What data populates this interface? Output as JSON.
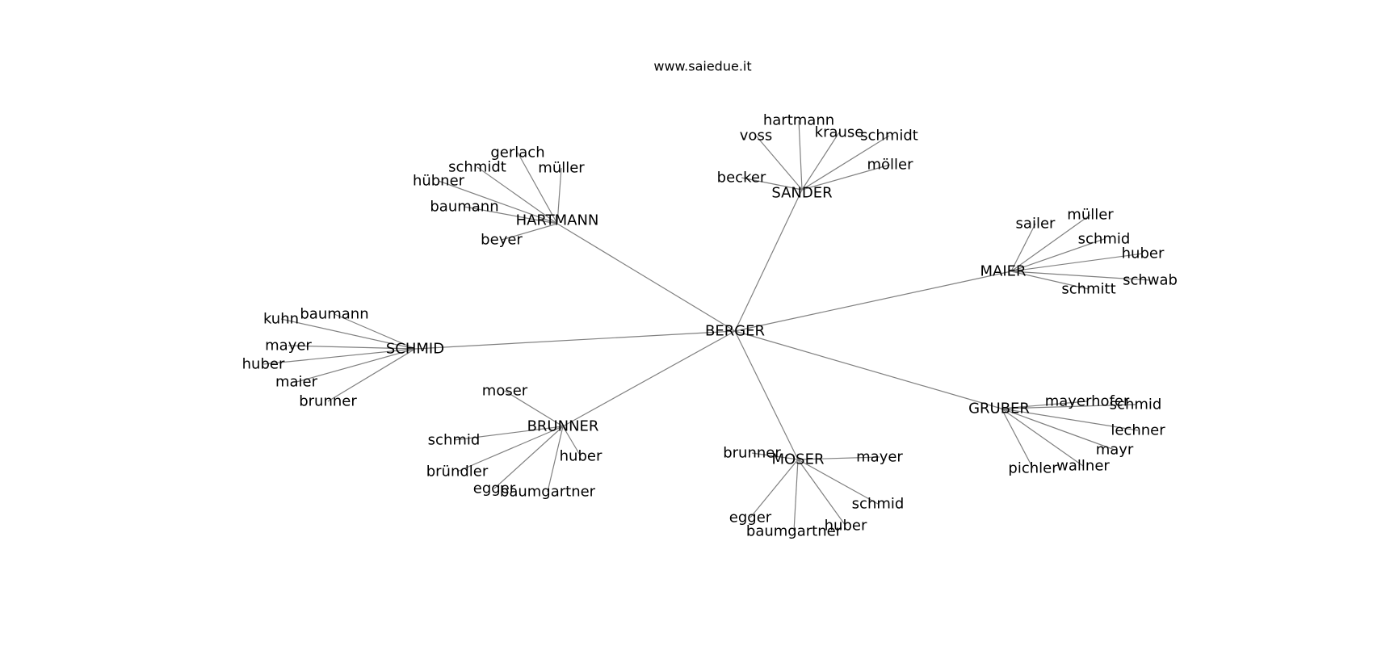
{
  "header": {
    "source": "www.saiedue.it"
  },
  "colors": {
    "edge": "#808080",
    "text": "#000000",
    "background": "#ffffff"
  },
  "graph": {
    "root": "BERGER",
    "hubs": [
      {
        "id": "hartmann",
        "label": "HARTMANN",
        "leaves": [
          "gerlach",
          "schmidt",
          "müller",
          "hübner",
          "baumann",
          "beyer"
        ]
      },
      {
        "id": "sander",
        "label": "SANDER",
        "leaves": [
          "hartmann",
          "voss",
          "krause",
          "schmidt",
          "möller",
          "becker"
        ]
      },
      {
        "id": "maier",
        "label": "MAIER",
        "leaves": [
          "sailer",
          "müller",
          "schmid",
          "huber",
          "schwab",
          "schmitt"
        ]
      },
      {
        "id": "schmid",
        "label": "SCHMID",
        "leaves": [
          "baumann",
          "kuhn",
          "mayer",
          "huber",
          "maier",
          "brunner"
        ]
      },
      {
        "id": "gruber",
        "label": "GRUBER",
        "leaves": [
          "mayerhofer",
          "schmid",
          "lechner",
          "mayr",
          "wallner",
          "pichler"
        ]
      },
      {
        "id": "brunner",
        "label": "BRUNNER",
        "leaves": [
          "moser",
          "schmid",
          "huber",
          "bründler",
          "egger",
          "baumgartner"
        ]
      },
      {
        "id": "moser",
        "label": "MOSER",
        "leaves": [
          "brunner",
          "mayer",
          "schmid",
          "egger",
          "huber",
          "baumgartner"
        ]
      }
    ]
  }
}
